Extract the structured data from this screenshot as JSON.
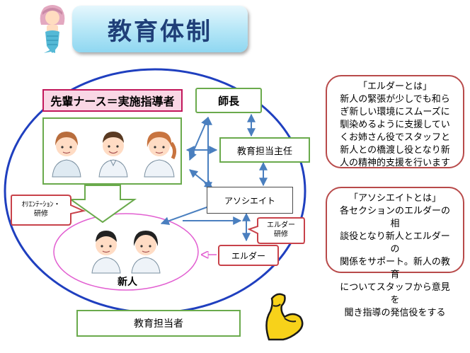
{
  "title": "教育体制",
  "leader_label": "先輩ナース＝実施指導者",
  "nodes": {
    "head_nurse": "師長",
    "education_chief": "教育担当主任",
    "associate": "アソシエイト",
    "elder": "エルダー",
    "newbie": "新人",
    "education_staff": "教育担当者"
  },
  "callouts": {
    "orientation": [
      "ｵﾘｴﾝﾃｰｼｮﾝ・",
      "研修"
    ],
    "elder_training": [
      "エルダー",
      "研修"
    ]
  },
  "info_elder": {
    "heading": "「エルダーとは」",
    "lines": [
      "新人の緊張が少しでも和ら",
      "ぎ新しい環境にスムーズに",
      "馴染めるように支援してい",
      "くお姉さん役でスタッフと",
      "新人との橋渡し役となり新",
      "人の精神的支援を行います"
    ]
  },
  "info_associate": {
    "heading": "「アソシエイトとは」",
    "lines": [
      "各セクションのエルダーの相",
      "談役となり新人とエルダーの",
      "関係をサポート。新人の教育",
      "についてスタッフから意見を",
      "聞き指導の発信役をする"
    ]
  },
  "colors": {
    "ellipse": "#1f3fbf",
    "arrow": "#4a7fbf",
    "title_text": "#1f3f78",
    "green": "#6aaa4c",
    "pink": "#e25fd1",
    "red": "#c8424a"
  },
  "icons": [
    "mermaid-mascot-icon",
    "nurse-icon",
    "male-nurse-icon",
    "flexed-arm-icon",
    "new-staff-icon"
  ]
}
